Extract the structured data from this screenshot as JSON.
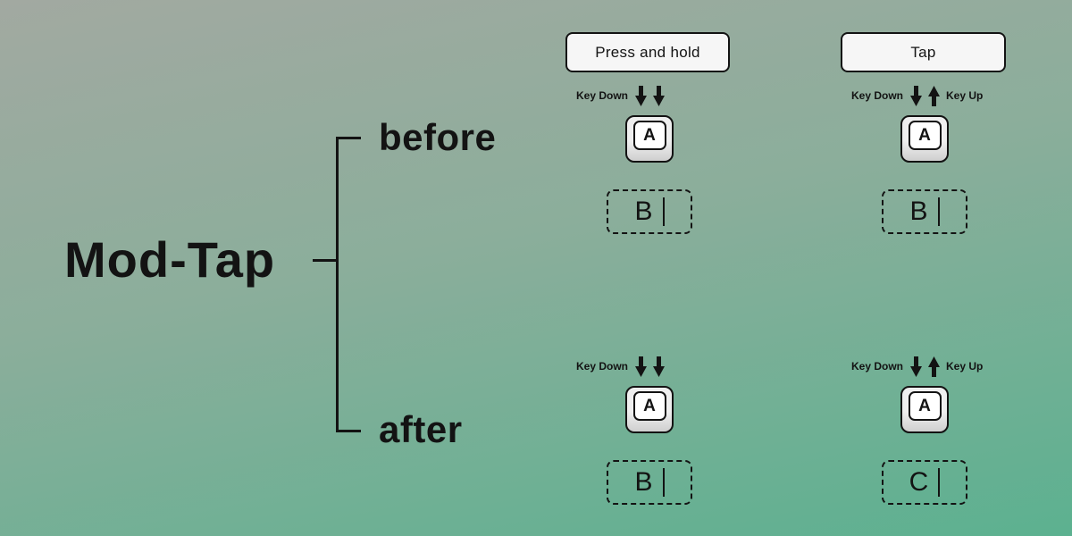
{
  "title": "Mod-Tap",
  "branches": {
    "before": "before",
    "after": "after"
  },
  "headers": {
    "press_hold": "Press and hold",
    "tap": "Tap"
  },
  "labels": {
    "key_down": "Key Down",
    "key_up": "Key Up"
  },
  "cells": {
    "before_press_hold": {
      "keycap": "A",
      "output": "B"
    },
    "before_tap": {
      "keycap": "A",
      "output": "B"
    },
    "after_press_hold": {
      "keycap": "A",
      "output": "B"
    },
    "after_tap": {
      "keycap": "A",
      "output": "C"
    }
  },
  "colors": {
    "background_top": "#a2a9a1",
    "background_bottom": "#5cb190",
    "ink": "#131313",
    "header_background": "#f6f6f6",
    "keycap_body": "#efefef",
    "keycap_face": "#ffffff"
  }
}
